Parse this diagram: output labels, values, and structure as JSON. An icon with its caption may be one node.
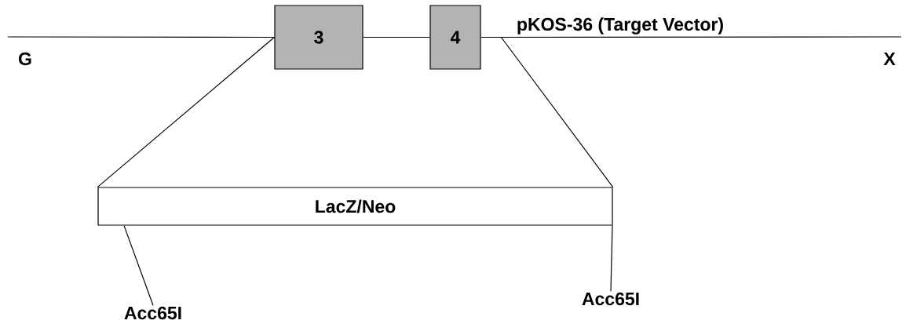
{
  "diagram": {
    "nodes": [
      {
        "text": [
          "3"
        ]
      },
      {
        "text": [
          "4"
        ]
      },
      {
        "text": [
          "LacZ/Neo"
        ]
      },
      {
        "text": [
          "Acc65I"
        ]
      },
      {
        "text": [
          "Acc65I"
        ]
      }
    ],
    "edges": [
      {
        "from": null,
        "to": 0,
        "arrow": "none"
      },
      {
        "from": 0,
        "to": 1,
        "arrow": "none"
      },
      {
        "from": 1,
        "to": null,
        "arrow": "none"
      },
      {
        "from": 0,
        "to": 2,
        "arrow": "none"
      },
      {
        "from": null,
        "to": 2,
        "arrow": "none"
      },
      {
        "from": 3,
        "to": 2,
        "arrow": "none"
      },
      {
        "from": 4,
        "to": 2,
        "arrow": "none"
      }
    ],
    "labels": [
      "pKOS-36 (Target Vector)",
      "G",
      "X"
    ]
  }
}
